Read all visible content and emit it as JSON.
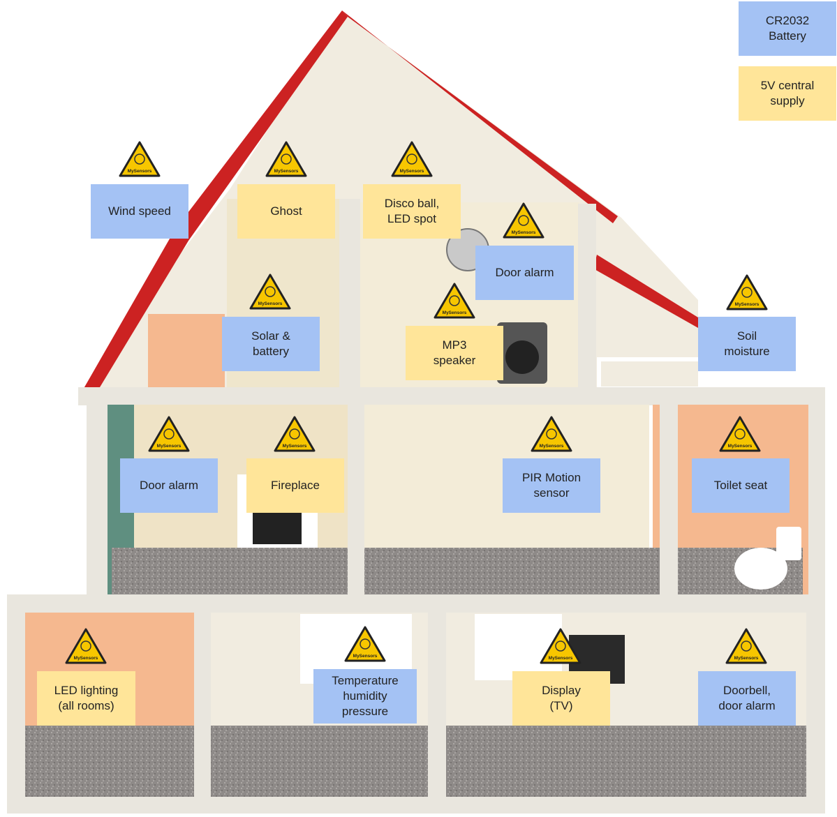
{
  "colors": {
    "battery": "#a4c2f4",
    "central": "#ffe599",
    "roof": "#cc2222",
    "wall": "#f1ece0",
    "frame": "#e9e6de",
    "peach": "#f5b88f",
    "teal": "#5f8f80",
    "floor": "#8e8a88"
  },
  "legend": [
    {
      "text": "CR2032\nBattery",
      "kind": "battery"
    },
    {
      "text": "5V central\nsupply",
      "kind": "central"
    }
  ],
  "sensors": [
    {
      "text": "Wind speed",
      "kind": "battery"
    },
    {
      "text": "Ghost",
      "kind": "central"
    },
    {
      "text": "Disco ball,\nLED spot",
      "kind": "central"
    },
    {
      "text": "Door alarm",
      "kind": "battery"
    },
    {
      "text": "Solar &\nbattery",
      "kind": "battery"
    },
    {
      "text": "MP3\nspeaker",
      "kind": "central"
    },
    {
      "text": "Soil\nmoisture",
      "kind": "battery"
    },
    {
      "text": "Door alarm",
      "kind": "battery"
    },
    {
      "text": "Fireplace",
      "kind": "central"
    },
    {
      "text": "PIR Motion\nsensor",
      "kind": "battery"
    },
    {
      "text": "Toilet seat",
      "kind": "battery"
    },
    {
      "text": "LED lighting\n(all rooms)",
      "kind": "central"
    },
    {
      "text": "Temperature\nhumidity\npressure",
      "kind": "battery"
    },
    {
      "text": "Display\n(TV)",
      "kind": "central"
    },
    {
      "text": "Doorbell,\ndoor alarm",
      "kind": "battery"
    }
  ],
  "badge": {
    "logo_text": "MySensors",
    "icon": "mysensors-warning-triangle-icon"
  }
}
